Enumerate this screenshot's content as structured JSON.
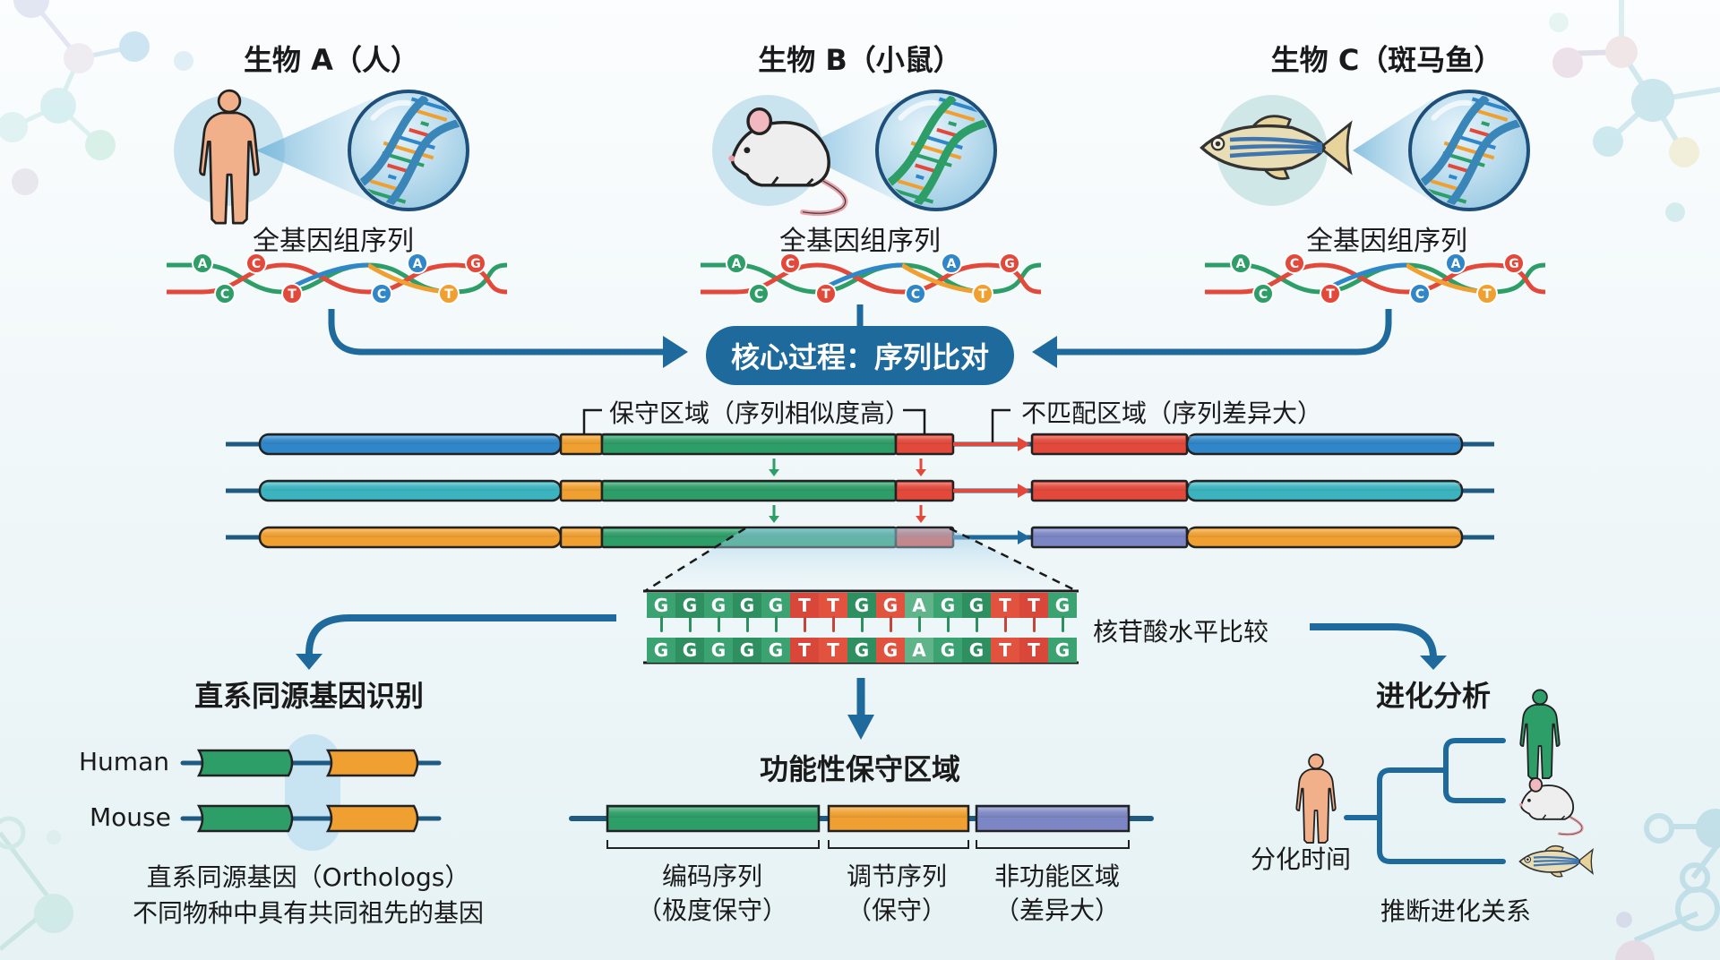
{
  "colors": {
    "primary_blue": "#1f6a9c",
    "green": "#2e9e68",
    "red": "#e2493b",
    "orange": "#f0a030",
    "teal": "#3bb4c0",
    "blue": "#2f86c8",
    "purple": "#7c86c4"
  },
  "organisms": [
    {
      "title": "生物 A（人）",
      "icon": "human-icon",
      "genome_label": "全基因组序列"
    },
    {
      "title": "生物 B（小鼠）",
      "icon": "mouse-icon",
      "genome_label": "全基因组序列"
    },
    {
      "title": "生物 C（斑马鱼）",
      "icon": "zebrafish-icon",
      "genome_label": "全基因组序列"
    }
  ],
  "dna_bases": {
    "top": [
      "A",
      "C",
      "A",
      "G"
    ],
    "bottom": [
      "C",
      "T",
      "C",
      "T"
    ]
  },
  "core_process": "核心过程：序列比对",
  "alignment": {
    "conserved_label": "保守区域（序列相似度高）",
    "mismatch_label": "不匹配区域（序列差异大）",
    "tracks": [
      {
        "segments": [
          "blue",
          "orange",
          "green",
          "red"
        ],
        "tail": [
          "red",
          "blue"
        ]
      },
      {
        "segments": [
          "teal",
          "orange",
          "green",
          "red"
        ],
        "tail": [
          "red",
          "teal"
        ]
      },
      {
        "segments": [
          "orange",
          "orange",
          "green",
          "red"
        ],
        "tail": [
          "purple",
          "orange"
        ]
      }
    ]
  },
  "nucleotide": {
    "label": "核苷酸水平比较",
    "top": [
      "G",
      "G",
      "G",
      "G",
      "G",
      "T",
      "T",
      "G",
      "G",
      "A",
      "G",
      "G",
      "T",
      "T",
      "G"
    ],
    "bottom": [
      "G",
      "G",
      "G",
      "G",
      "G",
      "T",
      "T",
      "G",
      "G",
      "A",
      "G",
      "G",
      "T",
      "T",
      "G"
    ],
    "match_state": [
      "g",
      "g",
      "g",
      "g",
      "g",
      "r",
      "r",
      "g",
      "r",
      "g",
      "g",
      "g",
      "r",
      "r",
      "g"
    ]
  },
  "orthologs": {
    "title": "直系同源基因识别",
    "species": [
      "Human",
      "Mouse"
    ],
    "caption_line1": "直系同源基因（Orthologs）",
    "caption_line2": "不同物种中具有共同祖先的基因"
  },
  "functional": {
    "title": "功能性保守区域",
    "regions": [
      {
        "name": "编码序列",
        "note": "（极度保守）",
        "color": "green"
      },
      {
        "name": "调节序列",
        "note": "（保守）",
        "color": "orange"
      },
      {
        "name": "非功能区域",
        "note": "（差异大）",
        "color": "purple"
      }
    ]
  },
  "evolution": {
    "title": "进化分析",
    "time_label": "分化时间",
    "caption": "推断进化关系",
    "leaves": [
      "human-icon",
      "mouse-icon",
      "zebrafish-icon"
    ]
  }
}
